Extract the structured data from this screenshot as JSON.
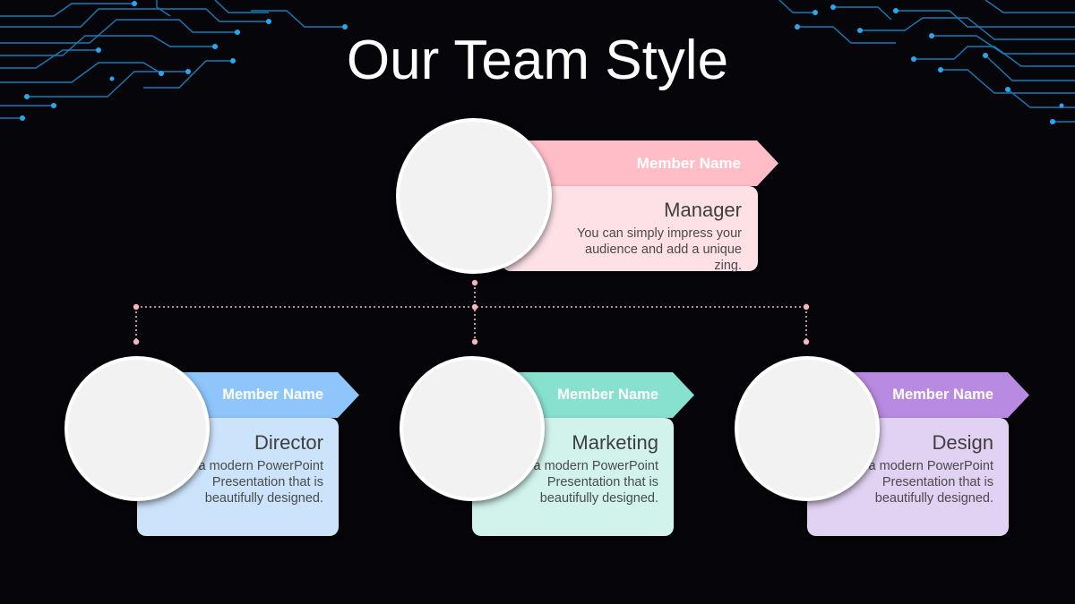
{
  "slide": {
    "title": "Our Team Style",
    "colors": {
      "background": "#05050a",
      "circuit": "#1c8fd4",
      "connector": "#f4b6c2",
      "manager_accent": "#ffbdc8",
      "director_accent": "#8ec6fb",
      "marketing_accent": "#88e0cf",
      "design_accent": "#b98ae2"
    },
    "decorations": [
      "circuit-board-pattern-left",
      "circuit-board-pattern-right"
    ]
  },
  "manager": {
    "member_name": "Member Name",
    "role": "Manager",
    "description": "You can simply impress your audience and add a unique zing."
  },
  "team": [
    {
      "member_name": "Member Name",
      "role": "Director",
      "description": "Get a modern PowerPoint Presentation that is beautifully designed."
    },
    {
      "member_name": "Member Name",
      "role": "Marketing",
      "description": "Get a modern PowerPoint Presentation that is beautifully designed."
    },
    {
      "member_name": "Member Name",
      "role": "Design",
      "description": "Get a modern PowerPoint Presentation that is beautifully designed."
    }
  ]
}
